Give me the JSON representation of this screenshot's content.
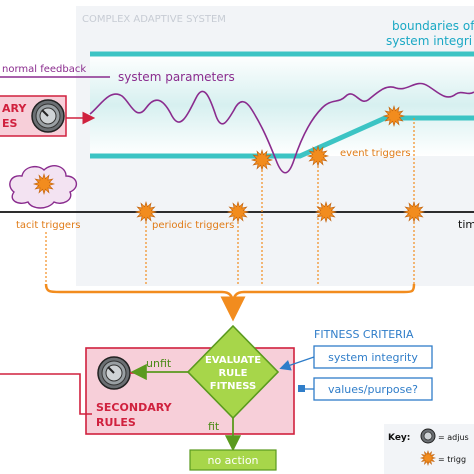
{
  "system": {
    "title": "COMPLEX ADAPTIVE SYSTEM",
    "boundaries_line1": "boundaries of",
    "boundaries_line2": "system integri",
    "normal_feedback": "normal feedback",
    "system_parameters": "system parameters",
    "primary_rules_line1": "ARY",
    "primary_rules_line2": "ES",
    "event_triggers": "event triggers",
    "tacit_triggers": "tacit triggers",
    "periodic_triggers": "periodic triggers",
    "time_label": "tim"
  },
  "evaluation": {
    "diamond_line1": "EVALUATE",
    "diamond_line2": "RULE",
    "diamond_line3": "FITNESS",
    "unfit": "unfit",
    "fit": "fit",
    "no_action": "no action",
    "secondary_line1": "SECONDARY",
    "secondary_line2": "RULES"
  },
  "criteria": {
    "title": "FITNESS CRITERIA",
    "items": [
      "system integrity",
      "values/purpose?"
    ]
  },
  "key": {
    "title": "Key:",
    "adjust": "= adjus",
    "trigger": "= trigg"
  },
  "colors": {
    "band": "#3cc4c4",
    "band_fill": "#e6f7f7",
    "parameter_line": "#8a2c8e",
    "trigger_orange": "#f28c1e",
    "rules_fill": "#f7cfd9",
    "rules_border": "#d0213e",
    "diamond_fill": "#a7d64a",
    "blue": "#2f7dc9"
  }
}
